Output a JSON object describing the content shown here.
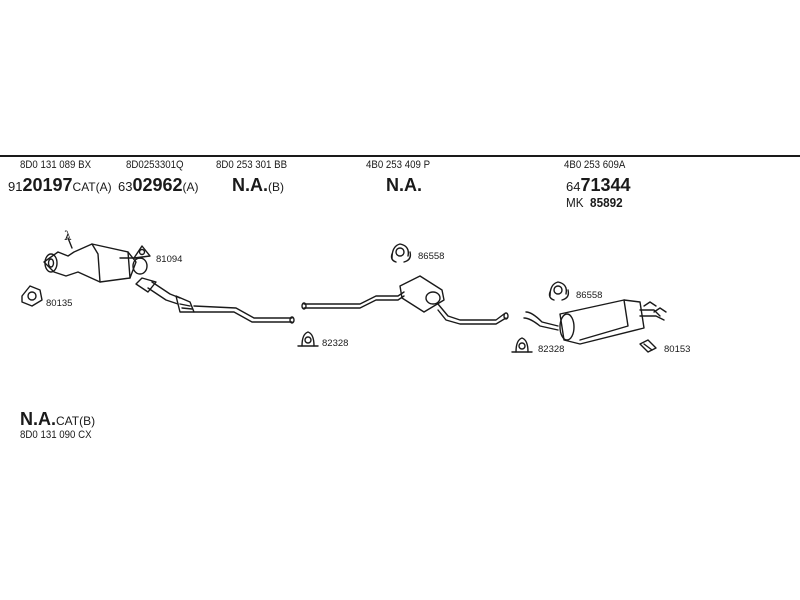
{
  "header": {
    "columns": [
      {
        "oem": "8D0 131 089 BX",
        "code_prefix": "91",
        "code_main": "20197",
        "code_suffix": "CAT(A)"
      },
      {
        "oem": "8D0253301Q",
        "code_prefix": "63",
        "code_main": "02962",
        "code_suffix": "(A)"
      },
      {
        "oem": "8D0 253 301 BB",
        "code_prefix": "",
        "code_main": "N.A.",
        "code_suffix": "(B)"
      },
      {
        "oem": "4B0 253 409 P",
        "code_prefix": "",
        "code_main": "N.A.",
        "code_suffix": ""
      },
      {
        "oem": "4B0 253 609A",
        "code_prefix": "64",
        "code_main": "71344",
        "code_suffix": "",
        "extra_prefix": "MK",
        "extra_value": "85892"
      }
    ]
  },
  "lambda_label": "λ",
  "parts": {
    "p81094": "81094",
    "p80135": "80135",
    "p86558_a": "86558",
    "p82328_a": "82328",
    "p86558_b": "86558",
    "p82328_b": "82328",
    "p80153": "80153"
  },
  "footer": {
    "code_main": "N.A.",
    "code_suffix": "CAT(B)",
    "oem": "8D0 131 090 CX"
  }
}
